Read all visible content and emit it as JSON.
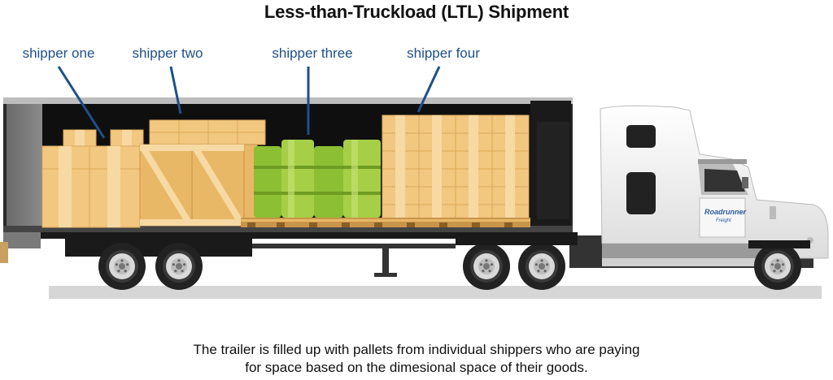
{
  "title": "Less-than-Truckload (LTL) Shipment",
  "labels": {
    "shipper_one": "shipper one",
    "shipper_two": "shipper two",
    "shipper_three": "shipper three",
    "shipper_four": "shipper four"
  },
  "truck_logo": {
    "brand": "Roadrunner",
    "sub": "Freight"
  },
  "caption": {
    "line1": "The trailer is filled up with pallets from individual shippers who are paying",
    "line2": "for space based on the dimesional space of their goods."
  },
  "colors": {
    "label_blue": "#1f4f8a",
    "box_tan": "#f2c77f",
    "crate_tan": "#f0c46f",
    "barrel_green": "#9bc53d",
    "trailer_black": "#1a1a1a",
    "cab_white": "#f4f4f4"
  }
}
